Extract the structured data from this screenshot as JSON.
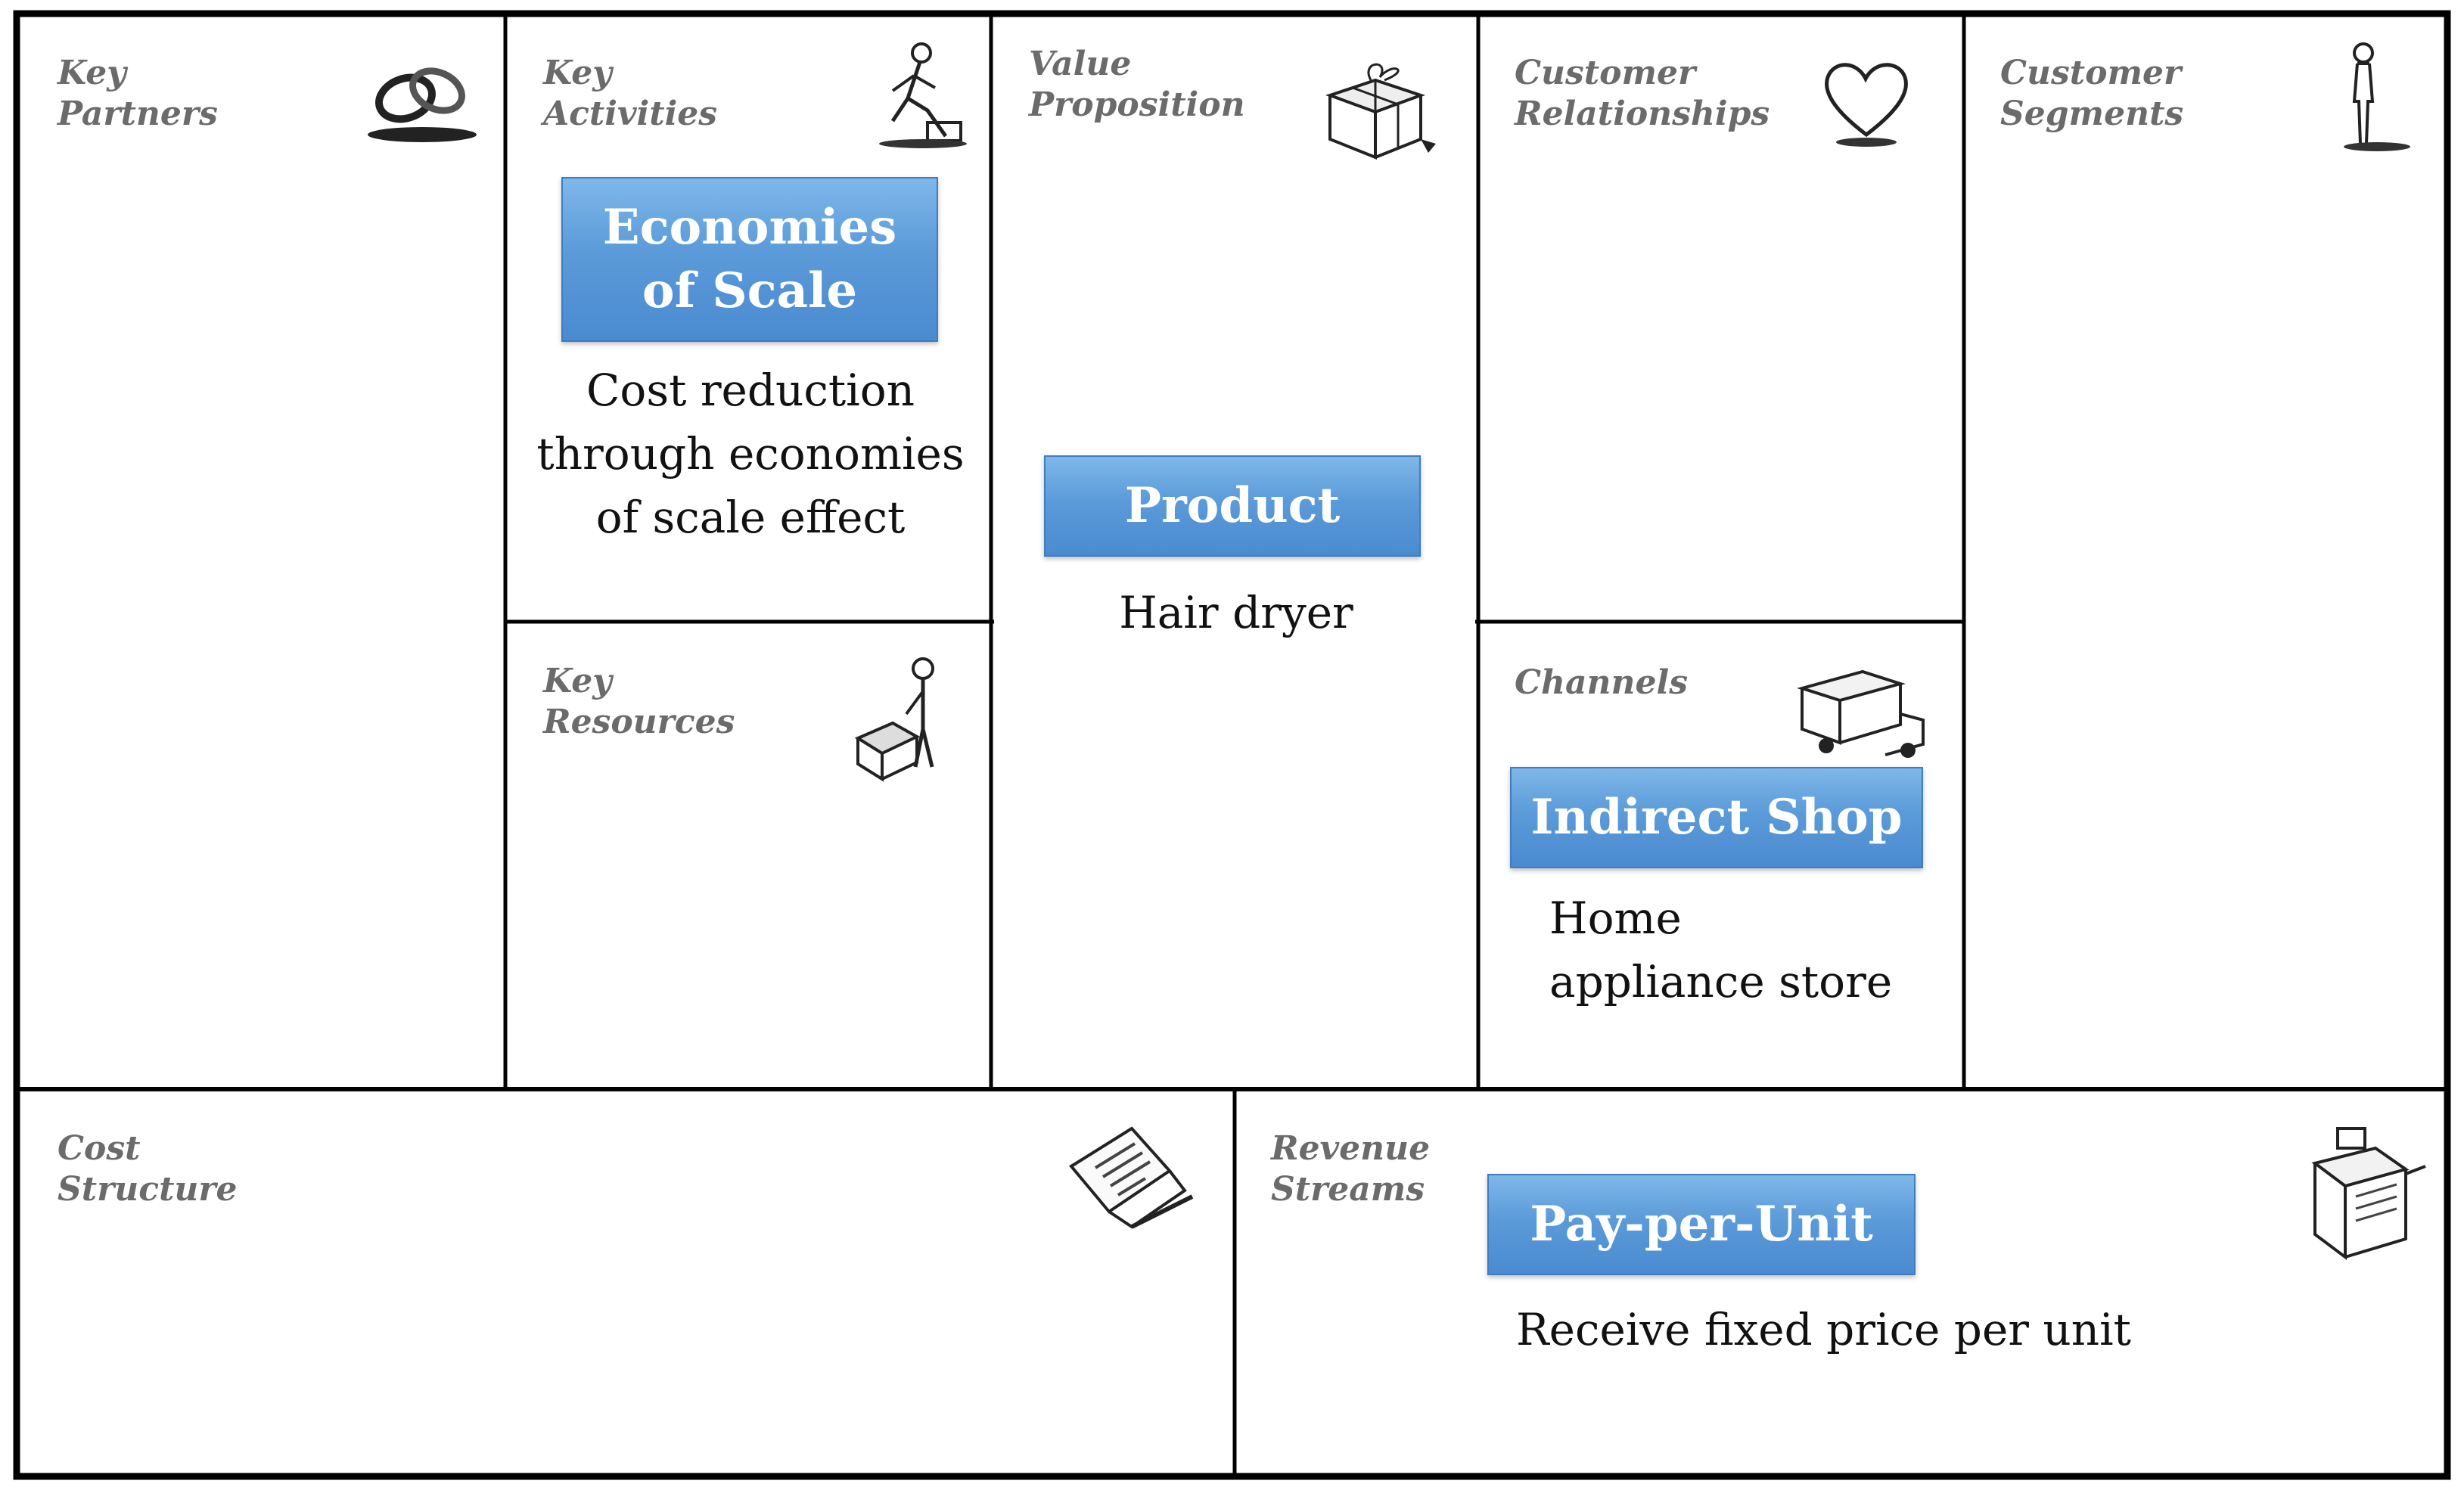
{
  "canvas": {
    "cells": {
      "key_partners": {
        "title": "Key\nPartners",
        "icon": "rings-icon"
      },
      "key_activities": {
        "title": "Key\nActivities",
        "icon": "worker-icon",
        "box": "Economies\nof Scale",
        "text": "Cost reduction\nthrough economies\nof scale effect"
      },
      "key_resources": {
        "title": "Key\nResources",
        "icon": "person-with-box-icon"
      },
      "value_proposition": {
        "title": "Value\nProposition",
        "icon": "gift-icon",
        "box": "Product",
        "text": "Hair dryer"
      },
      "customer_relationships": {
        "title": "Customer\nRelationships",
        "icon": "heart-icon"
      },
      "channels": {
        "title": "Channels",
        "icon": "truck-icon",
        "box": "Indirect Shop",
        "text": "Home\nappliance store"
      },
      "customer_segments": {
        "title": "Customer\nSegments",
        "icon": "standing-person-icon"
      },
      "cost_structure": {
        "title": "Cost\nStructure",
        "icon": "receipt-icon"
      },
      "revenue_streams": {
        "title": "Revenue\nStreams",
        "icon": "cash-register-icon",
        "box": "Pay-per-Unit",
        "text": "Receive fixed price per unit"
      }
    },
    "colors": {
      "border": "#000000",
      "box_fill": "#5b9bd9",
      "box_text": "#ffffff",
      "title_text": "#6b6b6b"
    }
  }
}
